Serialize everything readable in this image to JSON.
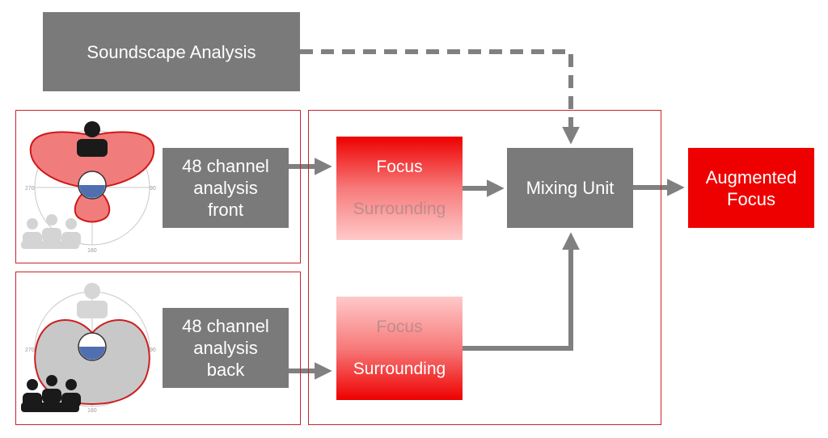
{
  "soundscape": {
    "label": "Soundscape Analysis"
  },
  "front_analysis": {
    "label": "48 channel\nanalysis\nfront"
  },
  "back_analysis": {
    "label": "48 channel\nanalysis\nback"
  },
  "front_processor": {
    "focus": "Focus",
    "surrounding": "Surrounding"
  },
  "back_processor": {
    "focus": "Focus",
    "surrounding": "Surrounding"
  },
  "mixer": {
    "label": "Mixing Unit"
  },
  "output": {
    "label": "Augmented\nFocus"
  },
  "polar_front": {
    "tick_left": "270",
    "tick_right": "90",
    "tick_bottom": "180"
  },
  "polar_back": {
    "tick_left": "270",
    "tick_right": "90",
    "tick_bottom": "180"
  },
  "colors": {
    "grey": "#7a7a7a",
    "red": "#ee0000",
    "frame": "#c8242c",
    "arrow": "#808080",
    "head": "#4f6fb0"
  }
}
